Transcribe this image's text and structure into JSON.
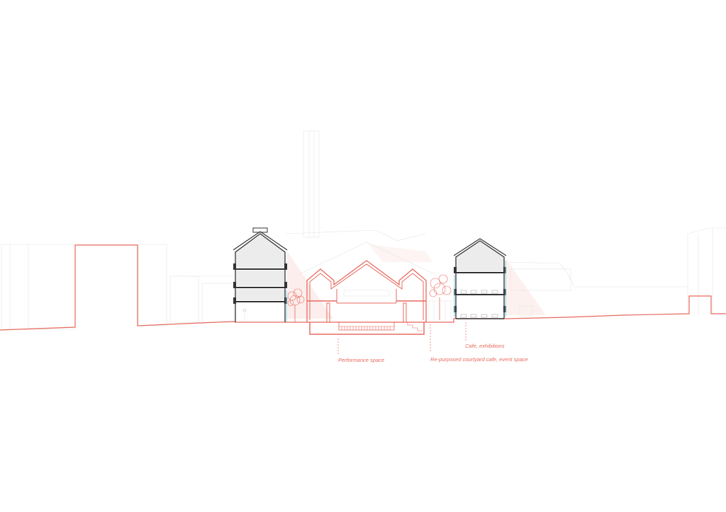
{
  "labels": {
    "performance": "Performance space",
    "courtyard": "Re-purposed courtyard cafe, event space",
    "cafe": "Cafe, exhibitions"
  },
  "colors": {
    "accent": "#e8695e",
    "building": "#333333",
    "ghost": "#e4e4e4",
    "glazing": "#7fd0e8",
    "fill": "#ececec"
  }
}
